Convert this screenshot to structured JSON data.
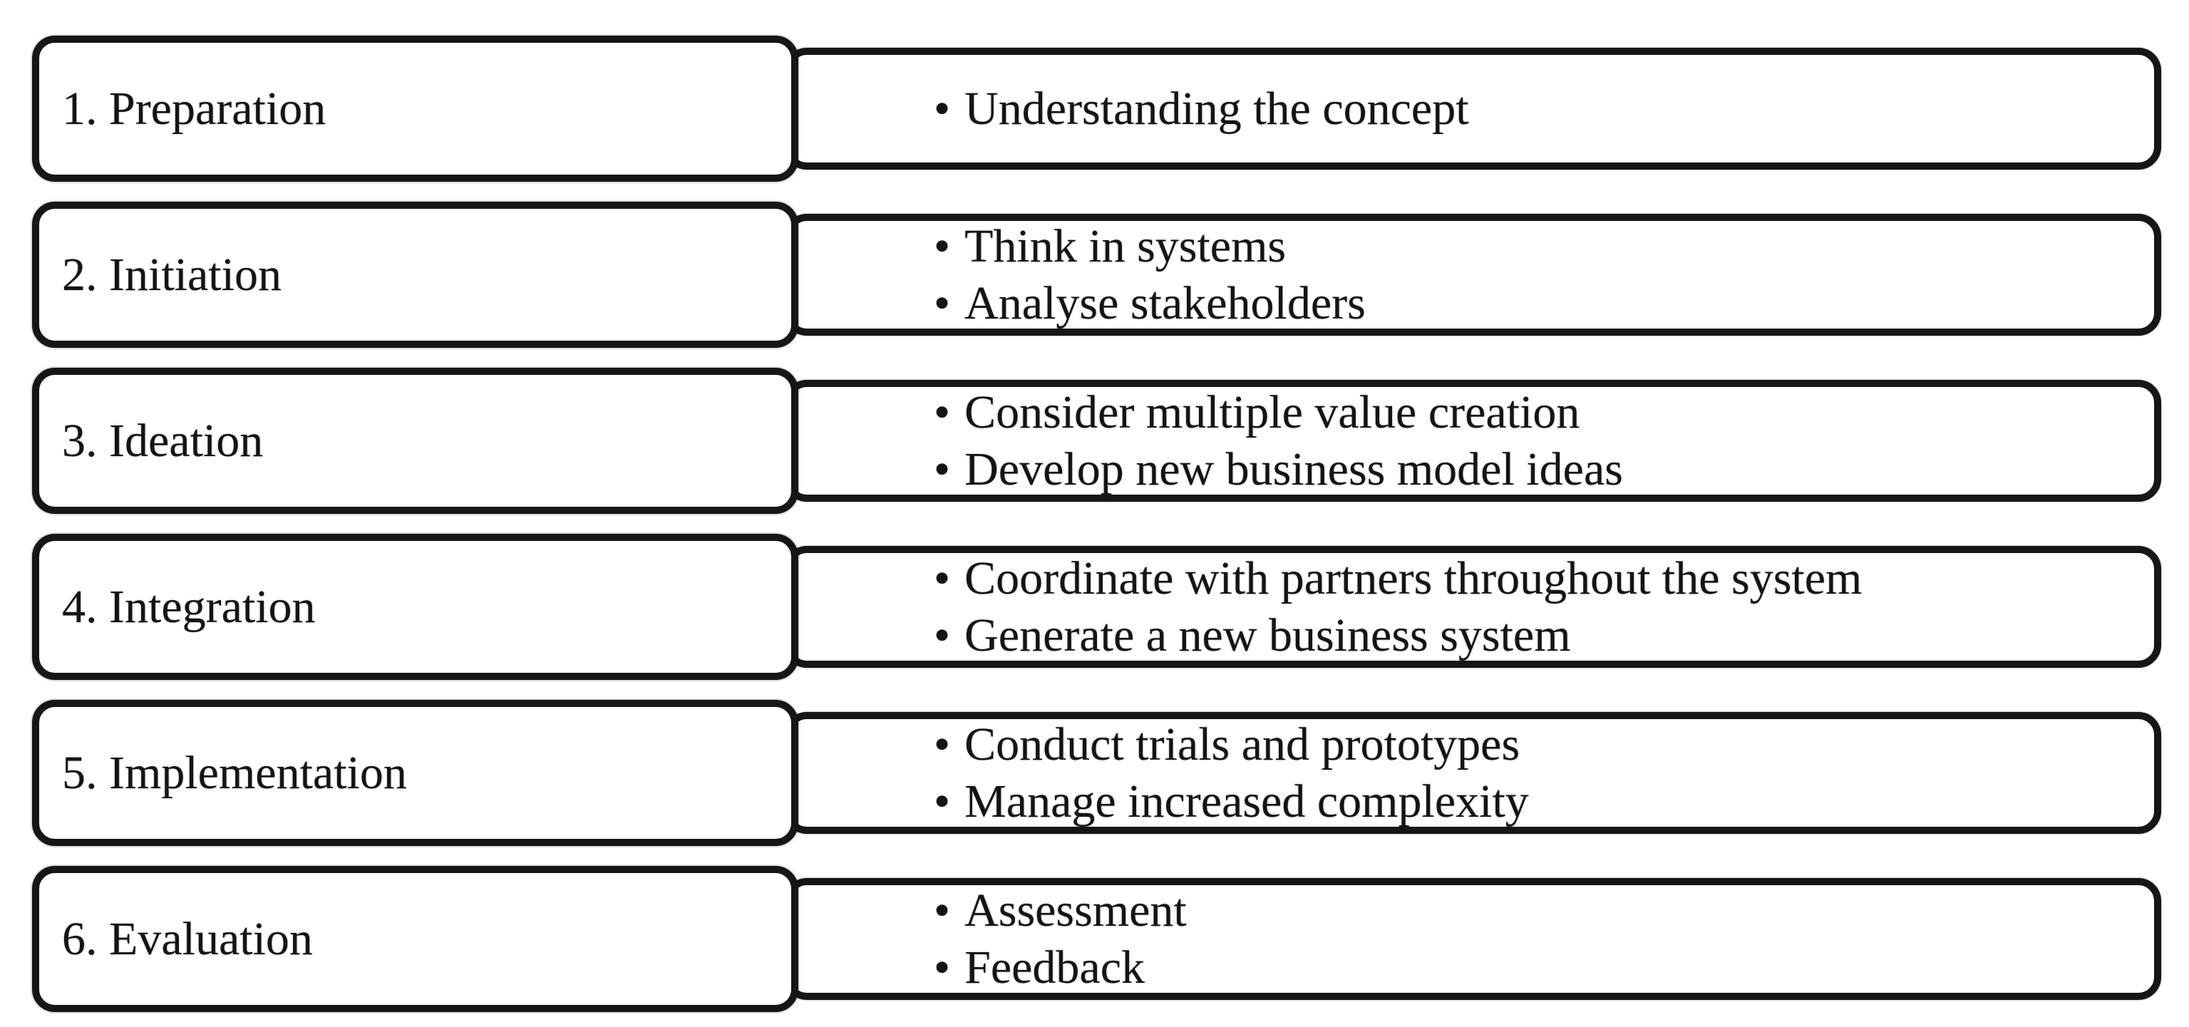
{
  "glyphs": {
    "bullet": "•"
  },
  "colors": {
    "border": "#161616",
    "text": "#141414",
    "background": "#ffffff"
  },
  "diagram": {
    "type": "process-stages",
    "rows": [
      {
        "label": "1. Preparation",
        "bullets": [
          "Understanding the concept"
        ]
      },
      {
        "label": "2. Initiation",
        "bullets": [
          "Think in systems",
          "Analyse stakeholders"
        ]
      },
      {
        "label": "3. Ideation",
        "bullets": [
          "Consider multiple value creation",
          "Develop new business model ideas"
        ]
      },
      {
        "label": "4. Integration",
        "bullets": [
          "Coordinate with partners throughout the system",
          "Generate a new business system"
        ]
      },
      {
        "label": "5. Implementation",
        "bullets": [
          "Conduct trials and prototypes",
          "Manage increased complexity"
        ]
      },
      {
        "label": "6. Evaluation",
        "bullets": [
          "Assessment",
          "Feedback"
        ]
      }
    ]
  }
}
